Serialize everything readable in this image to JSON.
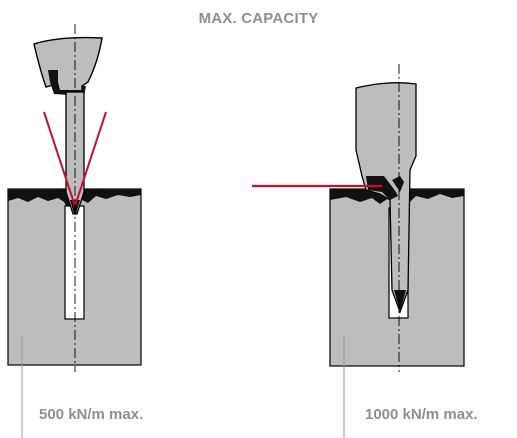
{
  "title": "MAX. CAPACITY",
  "left_capacity": "500 kN/m max.",
  "right_capacity": "1000 kN/m max.",
  "colors": {
    "block_fill": "#bdbdbd",
    "outline": "#000000",
    "force_line": "#c8102e",
    "text": "#8f8f8f"
  }
}
